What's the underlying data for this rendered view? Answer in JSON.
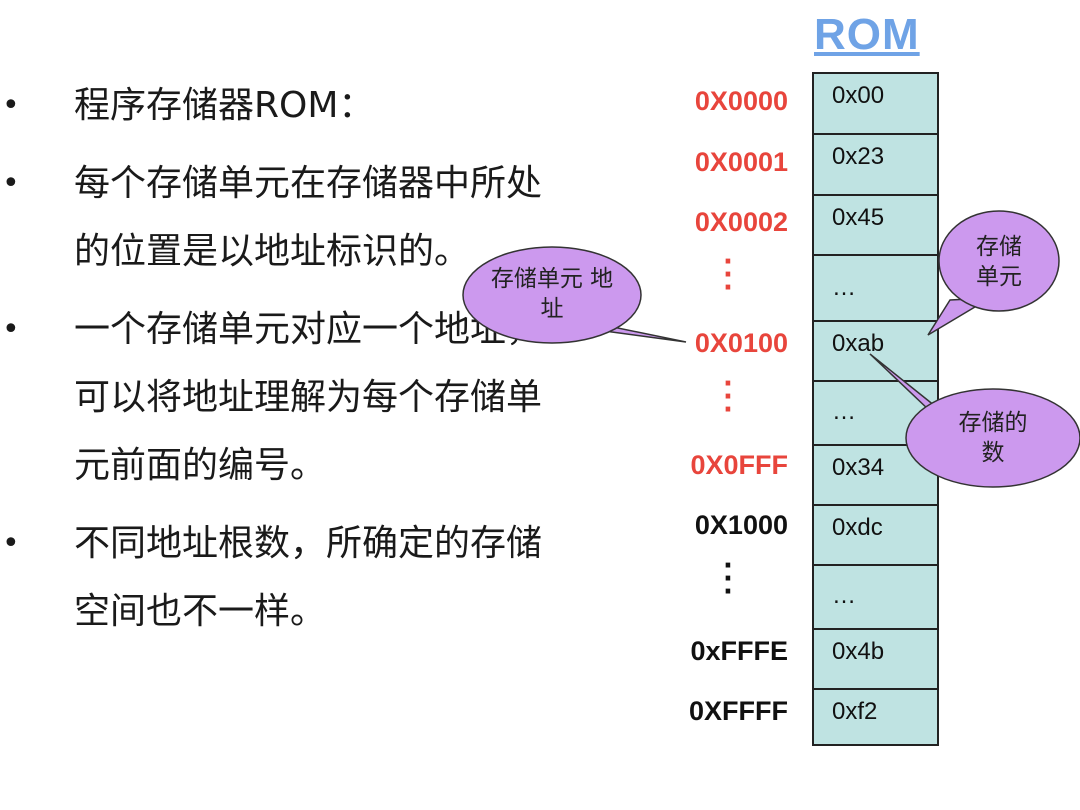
{
  "bullets": [
    {
      "lines": [
        "程序存储器ROM："
      ]
    },
    {
      "lines": [
        "每个存储单元在存储器中所处",
        "的位置是以地址标识的。"
      ]
    },
    {
      "lines": [
        "一个存储单元对应一个地址，",
        "可以将地址理解为每个存储单",
        "元前面的编号。"
      ]
    },
    {
      "lines": [
        "不同地址根数，所确定的存储",
        "空间也不一样。"
      ]
    }
  ],
  "bullet_symbol": "•",
  "rom_title": "ROM",
  "rom_cells": [
    {
      "value": "0x00",
      "address": "0X0000",
      "address_color": "#e8453c"
    },
    {
      "value": "0x23",
      "address": "0X0001",
      "address_color": "#e8453c"
    },
    {
      "value": "0x45",
      "address": "0X0002",
      "address_color": "#e8453c"
    },
    {
      "value": "…",
      "address": "",
      "address_color": ""
    },
    {
      "value": "0xab",
      "address": "0X0100",
      "address_color": "#e8453c"
    },
    {
      "value": "…",
      "address": "",
      "address_color": ""
    },
    {
      "value": "0x34",
      "address": "0X0FFF",
      "address_color": "#e8453c"
    },
    {
      "value": "0xdc",
      "address": "0X1000",
      "address_color": "#111111"
    },
    {
      "value": "…",
      "address": "",
      "address_color": ""
    },
    {
      "value": "0x4b",
      "address": "0xFFFE",
      "address_color": "#111111"
    },
    {
      "value": "0xf2",
      "address": "0XFFFF",
      "address_color": "#111111"
    }
  ],
  "callouts": {
    "address": "存储单元\n地址",
    "unit": "存储\n单元",
    "number": "存储的\n数"
  },
  "colors": {
    "rom_fill": "#bfe3e2",
    "bubble_fill": "#cc99ee",
    "title": "#6fa3e6",
    "address_red": "#e8453c"
  }
}
